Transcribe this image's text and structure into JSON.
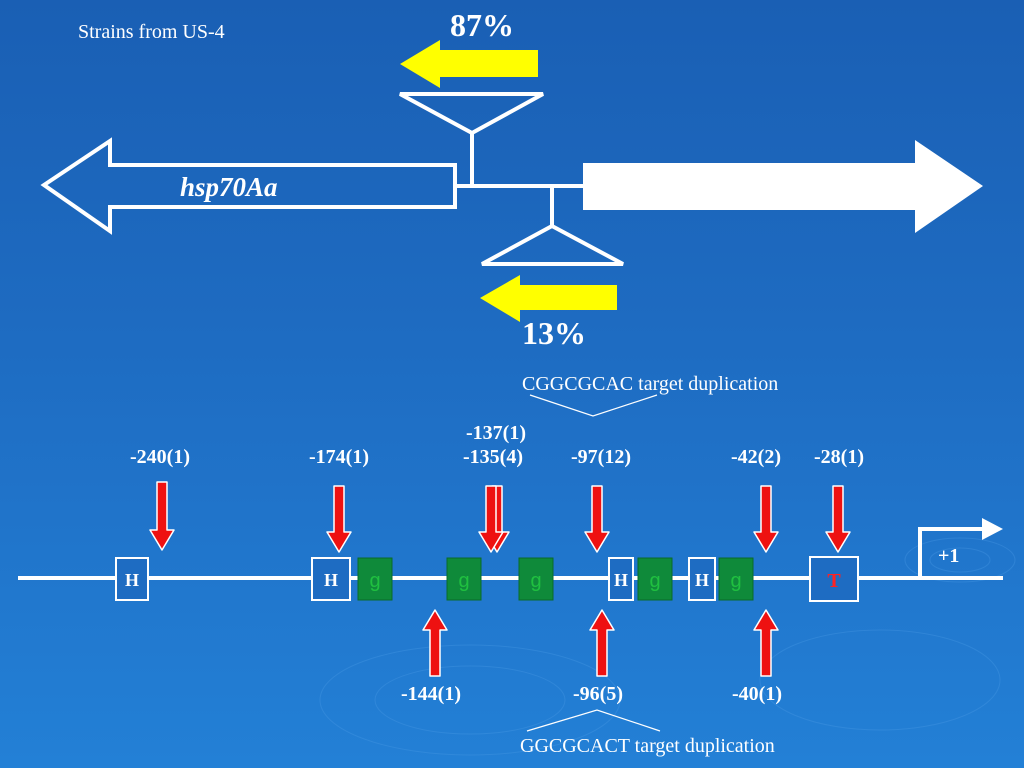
{
  "header": {
    "strain_label": "Strains from US-4"
  },
  "top_diagram": {
    "gene_name": "hsp70Aa",
    "insertion_upper_pct": "87%",
    "insertion_lower_pct": "13%"
  },
  "colors": {
    "background": "#1e6cc2",
    "yellow_arrow": "#ffff00",
    "red_arrow": "#ee1111",
    "green_box": "#0f8a3a",
    "tata_text": "#ff2222",
    "g_text": "#20c040"
  },
  "promoter": {
    "duplication_top": "CGGCGCAC target duplication",
    "duplication_bottom": "GGCGCACT target duplication",
    "tss_label": "+1",
    "above_labels": [
      {
        "id": "m240",
        "text": "-240(1)"
      },
      {
        "id": "m174",
        "text": "-174(1)"
      },
      {
        "id": "m137",
        "text": "-137(1)"
      },
      {
        "id": "m135",
        "text": "-135(4)"
      },
      {
        "id": "m97",
        "text": "-97(12)"
      },
      {
        "id": "m42",
        "text": "-42(2)"
      },
      {
        "id": "m28",
        "text": "-28(1)"
      }
    ],
    "below_labels": [
      {
        "id": "m144",
        "text": "-144(1)"
      },
      {
        "id": "m96",
        "text": "-96(5)"
      },
      {
        "id": "m40",
        "text": "-40(1)"
      }
    ],
    "elements": [
      {
        "id": "h1",
        "type": "H",
        "label": "H"
      },
      {
        "id": "h2",
        "type": "H",
        "label": "H"
      },
      {
        "id": "g1",
        "type": "g",
        "label": "g"
      },
      {
        "id": "g2",
        "type": "g",
        "label": "g"
      },
      {
        "id": "g3",
        "type": "g",
        "label": "g"
      },
      {
        "id": "h3",
        "type": "H",
        "label": "H"
      },
      {
        "id": "g4",
        "type": "g",
        "label": "g"
      },
      {
        "id": "h4",
        "type": "H",
        "label": "H"
      },
      {
        "id": "g5",
        "type": "g",
        "label": "g"
      },
      {
        "id": "t1",
        "type": "T",
        "label": "T"
      }
    ]
  }
}
